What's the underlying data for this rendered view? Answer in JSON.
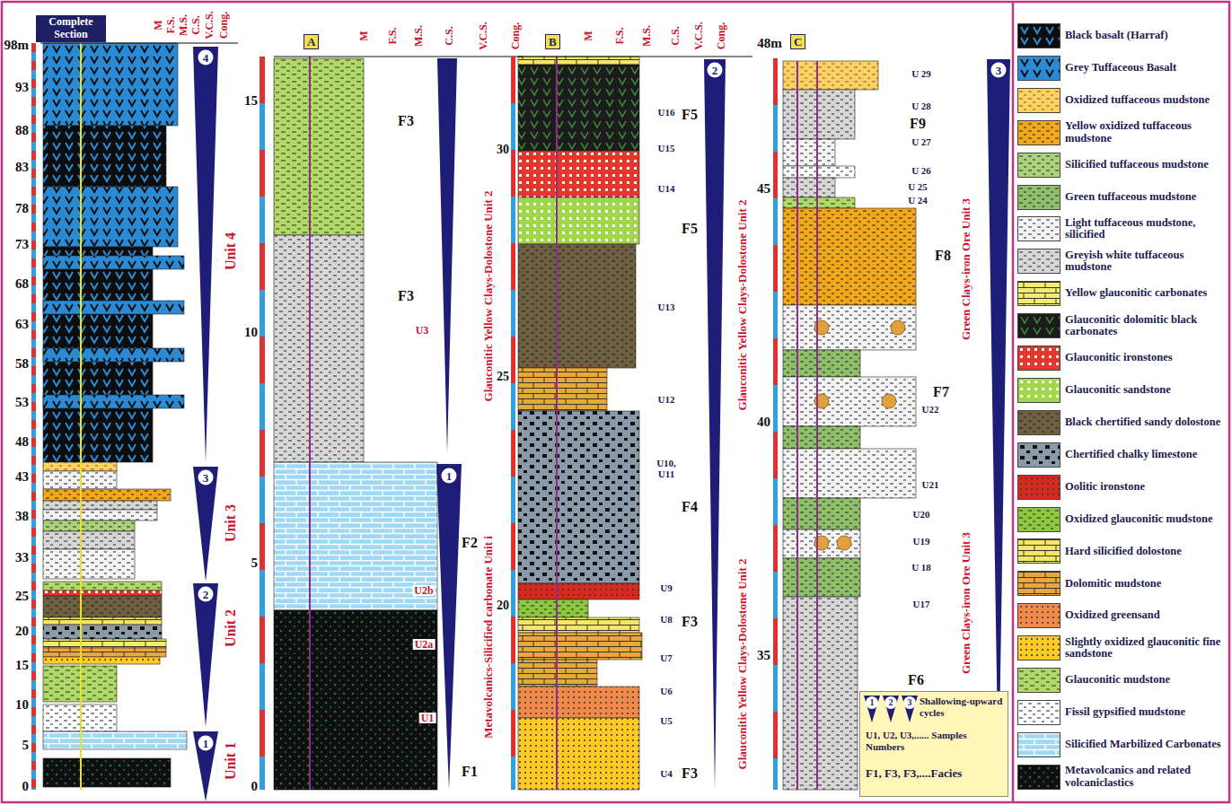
{
  "diagram": {
    "nodes": [
      {
        "text": [
          "Complete Section"
        ]
      },
      {
        "text": [
          "A"
        ]
      },
      {
        "text": [
          "B"
        ]
      },
      {
        "text": [
          "C"
        ]
      },
      {
        "text": [
          "Shallowing-upward cycles",
          "U1, U2, U3,...... Samples Numbers",
          "F1, F3, F3,....Facies"
        ]
      },
      {
        "text": [
          "1"
        ],
        "in": 4
      },
      {
        "text": [
          "2"
        ],
        "in": 4
      },
      {
        "text": [
          "3"
        ],
        "in": 4
      }
    ],
    "labels": [
      "98m",
      "93",
      "88",
      "83",
      "78",
      "73",
      "68",
      "63",
      "58",
      "53",
      "48",
      "43",
      "38",
      "33",
      "25",
      "20",
      "15",
      "10",
      "5",
      "0",
      "M",
      "F.S.",
      "M.S.",
      "C.S.",
      "V.C.S.",
      "Cong.",
      "Unit 4",
      "Unit 3",
      "Unit 2",
      "Unit 1",
      "4",
      "3",
      "2",
      "1",
      "15",
      "10",
      "5",
      "0",
      "M",
      "F.S.",
      "M.S.",
      "C.S.",
      "V.C.S.",
      "Cong.",
      "F3",
      "F3",
      "U3",
      "1",
      "F2",
      "U2b",
      "U2a",
      "U1",
      "F1",
      "Glauconitic Yellow Clays-Dolostone Unit 2",
      "Metavolcanics-Silicified carbonate Unit i",
      "30",
      "25",
      "20",
      "M",
      "F.S.",
      "M.S.",
      "C.S.",
      "V.C.S.",
      "Cong.",
      "2",
      "U16",
      "U15",
      "U14",
      "U13",
      "U12",
      "U10, U11",
      "U9",
      "U8",
      "U7",
      "U6",
      "U5",
      "U4",
      "F5",
      "F5",
      "F4",
      "F3",
      "F3",
      "Glauconitic Yellow Clays-Dolostone Unit 2",
      "Glauconitic Yellow Clays-Dolostone Unit 2",
      "48m",
      "45",
      "40",
      "35",
      "3",
      "U 29",
      "U 28",
      "U 27",
      "U 26",
      "U 25",
      "U 24",
      "U22",
      "U21",
      "U20",
      "U19",
      "U 18",
      "U17",
      "F9",
      "F8",
      "F7",
      "F6",
      "Green Clays-iron Ore Unit 3",
      "Green Clays-iron Ore Unit 3"
    ],
    "legend": [
      {
        "text": "Black basalt (Harraf)",
        "color": "#0d0d0d"
      },
      {
        "text": "Grey Tuffaceous Basalt",
        "color": "#2a8ad4"
      },
      {
        "text": "Oxidized tuffaceous mudstone",
        "color": "#f7d564"
      },
      {
        "text": "Yellow oxidized tuffaceous mudstone",
        "color": "#f2a81d"
      },
      {
        "text": "Silicified tuffaceous mudstone",
        "color": "#a9d27a"
      },
      {
        "text": "Green tuffaceous mudstone",
        "color": "#8fbf6a"
      },
      {
        "text": "Light tuffaceous mudstone, silicified",
        "color": "#f4f4f4"
      },
      {
        "text": "Greyish white tuffaceous mudstone",
        "color": "#d6d6d6"
      },
      {
        "text": "Yellow glauconitic carbonates",
        "color": "#f4ec6e"
      },
      {
        "text": "Glauconitic dolomitic black carbonates",
        "color": "#1c1c1c"
      },
      {
        "text": "Glauconitic ironstones",
        "color": "#e8352b"
      },
      {
        "text": "Glauconitic sandstone",
        "color": "#9ed84a"
      },
      {
        "text": "Black chertified sandy dolostone",
        "color": "#6e6040"
      },
      {
        "text": "Chertified chalky limestone",
        "color": "#8a9aa8"
      },
      {
        "text": "Oolitic ironstone",
        "color": "#d62a1e"
      },
      {
        "text": "Oxidized glauconitic mudstone",
        "color": "#8dc63f"
      },
      {
        "text": "Hard silicified dolostone",
        "color": "#f5e66a"
      },
      {
        "text": "Dolomitic mudstone",
        "color": "#e8a93a"
      },
      {
        "text": "Oxidized greensand",
        "color": "#f08a4a"
      },
      {
        "text": "Slightly oxidized glauconitic fine sandstone",
        "color": "#ffc926"
      },
      {
        "text": "Glauconitic mudstone",
        "color": "#b5d66a"
      },
      {
        "text": "Fissil gypsified mudstone",
        "color": "#ffffff"
      },
      {
        "text": "Silicified Marbilized Carbonates",
        "color": "#9fd8f5"
      },
      {
        "text": "Metavolcanics and related volcaniclastics",
        "color": "#0f0f0f"
      }
    ]
  }
}
